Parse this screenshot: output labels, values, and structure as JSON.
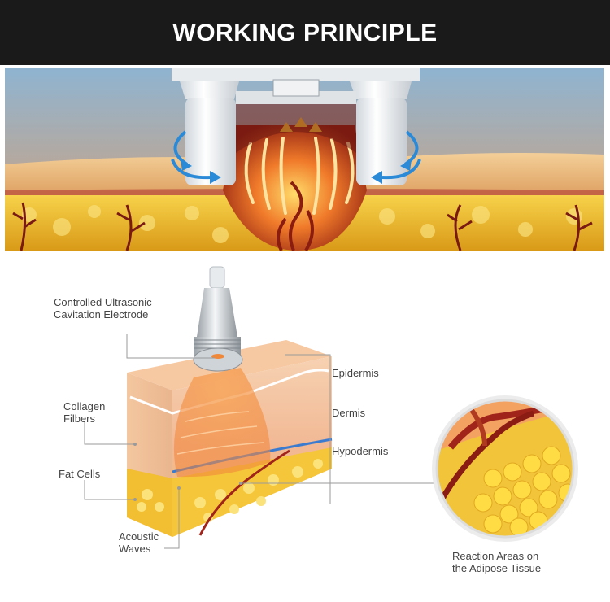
{
  "header": {
    "title": "WORKING PRINCIPLE"
  },
  "diagram": {
    "labels": {
      "electrode_line1": "Controlled Ultrasonic",
      "electrode_line2": "Cavitation Electrode",
      "collagen_line1": "Collagen",
      "collagen_line2": "Filbers",
      "fat_cells": "Fat Cells",
      "acoustic_line1": "Acoustic",
      "acoustic_line2": "Waves",
      "epidermis": "Epidermis",
      "dermis": "Dermis",
      "hypodermis": "Hypodermis",
      "reaction_line1": "Reaction Areas on",
      "reaction_line2": "the Adipose Tissue"
    }
  },
  "colors": {
    "header_bg": "#1a1a1a",
    "sky_top": "#8fb4d1",
    "skin": "#e8b878",
    "fat": "#f2c12e",
    "arrow_blue": "#2a8ad8",
    "vessel": "#8a1c1c"
  }
}
